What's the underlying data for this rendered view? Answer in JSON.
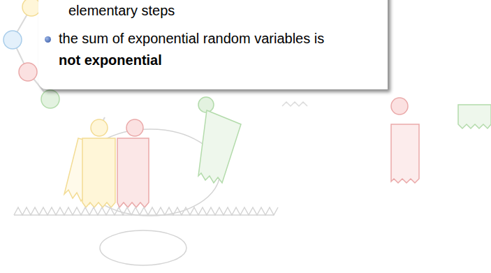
{
  "diagram": {
    "nodes": [
      {
        "text": [
          "elementary steps",
          "the sum of exponential random variables is",
          "not exponential"
        ]
      }
    ]
  }
}
